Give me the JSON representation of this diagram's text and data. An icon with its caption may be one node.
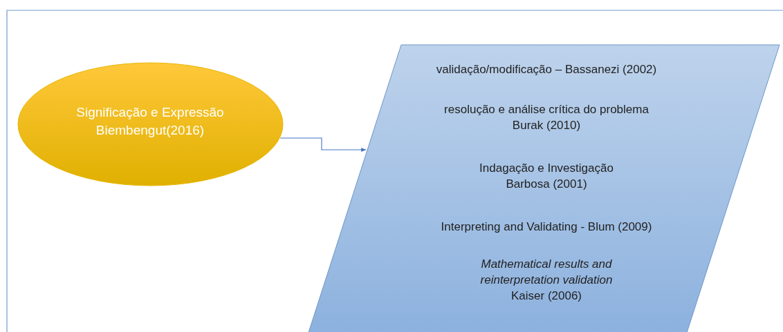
{
  "diagram": {
    "nodes": [
      {
        "text": [
          "Significação e Expressão Biembengut(2016)"
        ]
      },
      {
        "text": [
          "validação/modificação – Bassanezi (2002)",
          "resolução e análise crítica do problema Burak (2010)",
          "Indagação e Investigação Barbosa (2001)",
          "Interpreting and Validating - Blum (2009)",
          "*Mathematical results and reinterpretation validation* Kaiser (2006)"
        ]
      }
    ],
    "edges": [
      {
        "from": 0,
        "to": 1,
        "arrow": "to"
      }
    ]
  }
}
